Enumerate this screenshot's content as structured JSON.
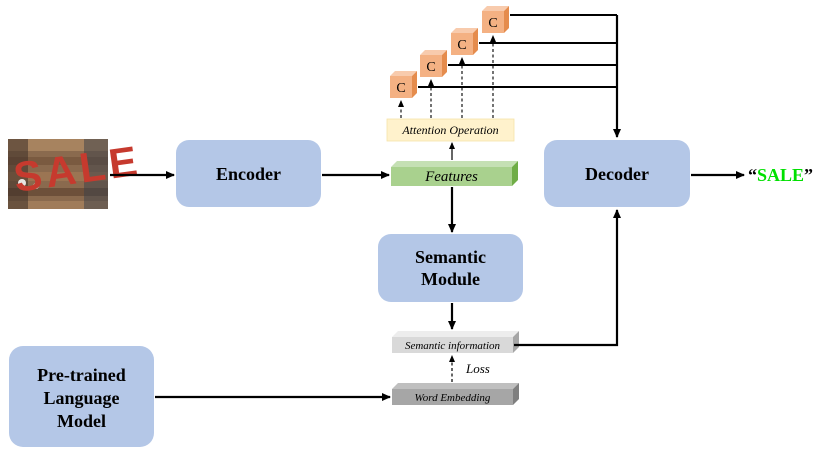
{
  "modules": {
    "encoder": "Encoder",
    "decoder": "Decoder",
    "semantic_line1": "Semantic",
    "semantic_line2": "Module",
    "pretrained_line1": "Pre-trained",
    "pretrained_line2": "Language",
    "pretrained_line3": "Model"
  },
  "tensors": {
    "features": "Features",
    "attention": "Attention Operation",
    "semantic_info": "Semantic information",
    "word_embedding": "Word Embedding",
    "context_vector": "C"
  },
  "loss_label": "Loss",
  "output": {
    "open_quote": "“",
    "word": "SALE",
    "close_quote": "”",
    "word_color": "#00e000"
  },
  "input_image": {
    "sign_text": "SALE",
    "sign_color": "#c63a2e"
  },
  "colors": {
    "module": "#b4c7e7",
    "features": "#a9d18e",
    "attention": "#fff2cc",
    "context": "#f4b183",
    "semantic_info": "#d9d9d9",
    "word_embedding": "#a6a6a6"
  }
}
